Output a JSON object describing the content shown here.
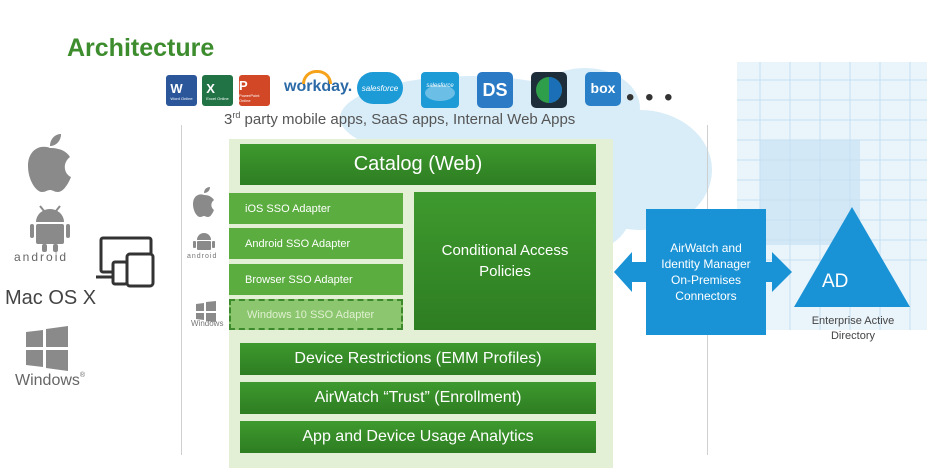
{
  "title": "Architecture",
  "apps": {
    "icons": [
      {
        "name": "word-icon",
        "letter": "W",
        "sub": "Word Online",
        "color": "#2b579a"
      },
      {
        "name": "excel-icon",
        "letter": "X",
        "sub": "Excel Online",
        "color": "#217346"
      },
      {
        "name": "powerpoint-icon",
        "letter": "P",
        "sub": "PowerPoint Online",
        "color": "#d24726"
      }
    ],
    "workday": "workday.",
    "salesforce": "salesforce",
    "salesforce1": "salesforce",
    "ds_letters": "DS",
    "box": "box",
    "more": "• • •",
    "caption_pre": "3",
    "caption_sup": "rd",
    "caption_post": " party mobile apps, SaaS apps, Internal Web Apps"
  },
  "devices": {
    "android_word": "android",
    "macosx": "Mac OS X",
    "windows_word": "Windows",
    "windows_mark": "®"
  },
  "panel": {
    "android_small": "android",
    "windows_small": "Windows",
    "catalog": "Catalog (Web)",
    "adapters": [
      "iOS SSO Adapter",
      "Android SSO Adapter",
      "Browser SSO Adapter",
      "Windows 10 SSO Adapter"
    ],
    "cap_line1": "Conditional Access",
    "cap_line2": "Policies",
    "bars": [
      "Device Restrictions (EMM Profiles)",
      "AirWatch “Trust” (Enrollment)",
      "App and Device Usage Analytics"
    ]
  },
  "connector": {
    "line1": "AirWatch and",
    "line2": "Identity Manager",
    "line3": "On-Premises",
    "line4": "Connectors"
  },
  "ad": {
    "label": "AD",
    "caption_line1": "Enterprise Active",
    "caption_line2": "Directory"
  },
  "colors": {
    "green_dark": "#2e7d22",
    "green_light": "#5aad3e",
    "panel_bg": "#e4f0d6",
    "blue": "#1a93d6",
    "cloud": "#d7ecf8"
  }
}
